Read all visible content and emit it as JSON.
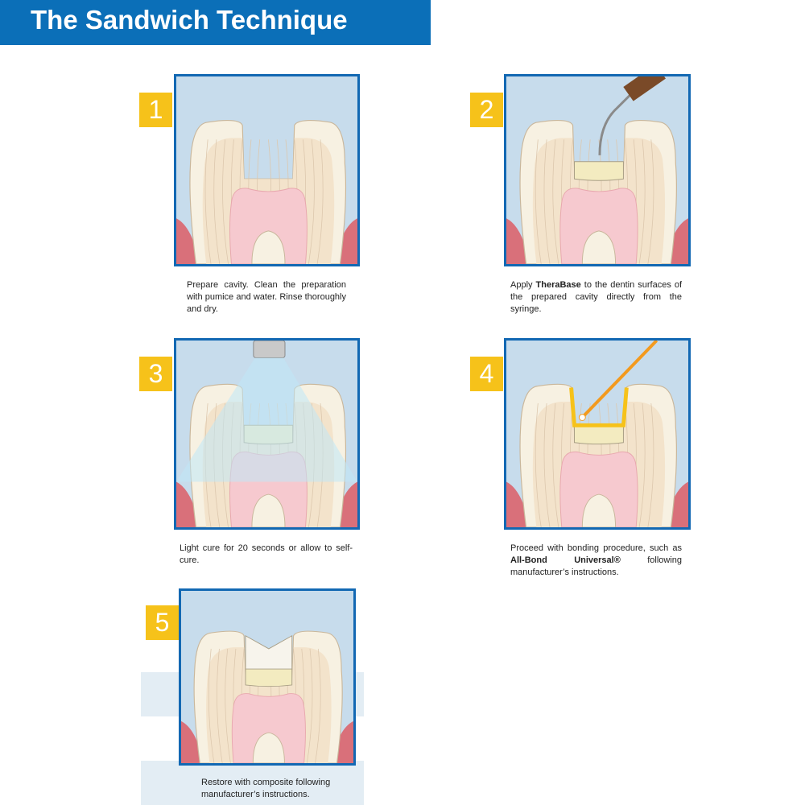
{
  "title": "The Sandwich Technique",
  "colors": {
    "header": "#0b6fb8",
    "badge": "#f6c21a",
    "frame": "#1268b3"
  },
  "steps": [
    {
      "number": "1",
      "caption": "Prepare cavity. Clean the preparation with pumice and water. Rinse thoroughly and dry."
    },
    {
      "number": "2",
      "caption_pre": "Apply ",
      "caption_bold": "TheraBase",
      "caption_post": " to the dentin surfaces of the prepared cavity directly from the syringe."
    },
    {
      "number": "3",
      "caption": "Light cure for 20 seconds or allow to self-cure."
    },
    {
      "number": "4",
      "caption_pre": "Proceed with bonding procedure, such as ",
      "caption_bold": "All-Bond Universal®",
      "caption_post": " following manufacturer’s instructions."
    },
    {
      "number": "5",
      "caption": "Restore with composite following manufacturer’s instructions."
    }
  ]
}
